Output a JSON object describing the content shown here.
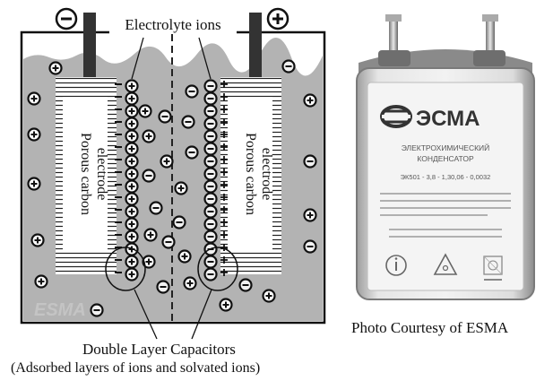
{
  "diagram": {
    "terminal_negative_symbol": "minus-circle",
    "terminal_positive_symbol": "plus-circle",
    "label_electrolyte": "Electrolyte ions",
    "label_electrode_left": "Porous carbon electrode",
    "label_electrode_right": "Porous carbon electrode",
    "electrode_text_line1": "Porous carbon",
    "electrode_text_line2": "electrode",
    "label_double_layer": "Double Layer Capacitors",
    "label_adsorbed": "(Adsorbed layers of ions and solvated ions)",
    "watermark": "ESMA",
    "colors": {
      "electrolyte": "#b3b3b3",
      "outline": "#111111",
      "terminal": "#333333",
      "ion_fill": "#ffffff",
      "ion_dark": "#333333"
    }
  },
  "photo": {
    "brand": "ЭСМА",
    "subtitle_line1": "ЭЛЕКТРОХИМИЧЕСКИЙ",
    "subtitle_line2": "КОНДЕНСАТОР",
    "model": "ЭК501 - 3,8 - 1,30,06 - 0,0032",
    "caption": "Photo Courtesy of ESMA"
  }
}
